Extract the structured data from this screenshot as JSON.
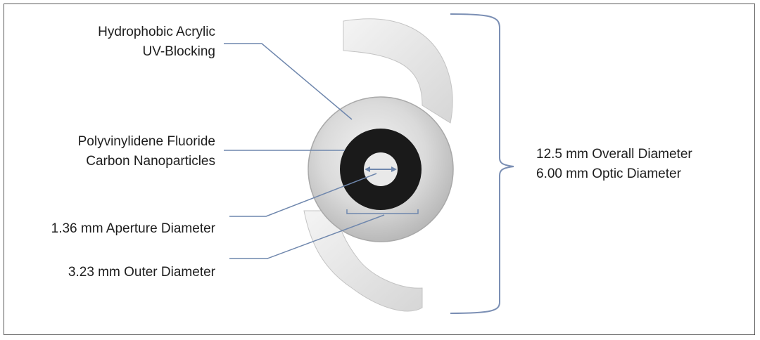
{
  "labels": {
    "material": [
      "Hydrophobic Acrylic",
      "UV-Blocking"
    ],
    "mask": [
      "Polyvinylidene Fluoride",
      "Carbon Nanoparticles"
    ],
    "aperture": "1.36 mm Aperture Diameter",
    "outer": "3.23 mm Outer Diameter",
    "overall": [
      "12.5 mm Overall Diameter",
      "6.00 mm Optic Diameter"
    ]
  },
  "colors": {
    "leader_line": "#6f87ad",
    "mask_ring": "#1a1a1a",
    "optic": "#cfcfcf",
    "haptic": "#e8e8e8",
    "bracket": "#7b8fb4"
  }
}
